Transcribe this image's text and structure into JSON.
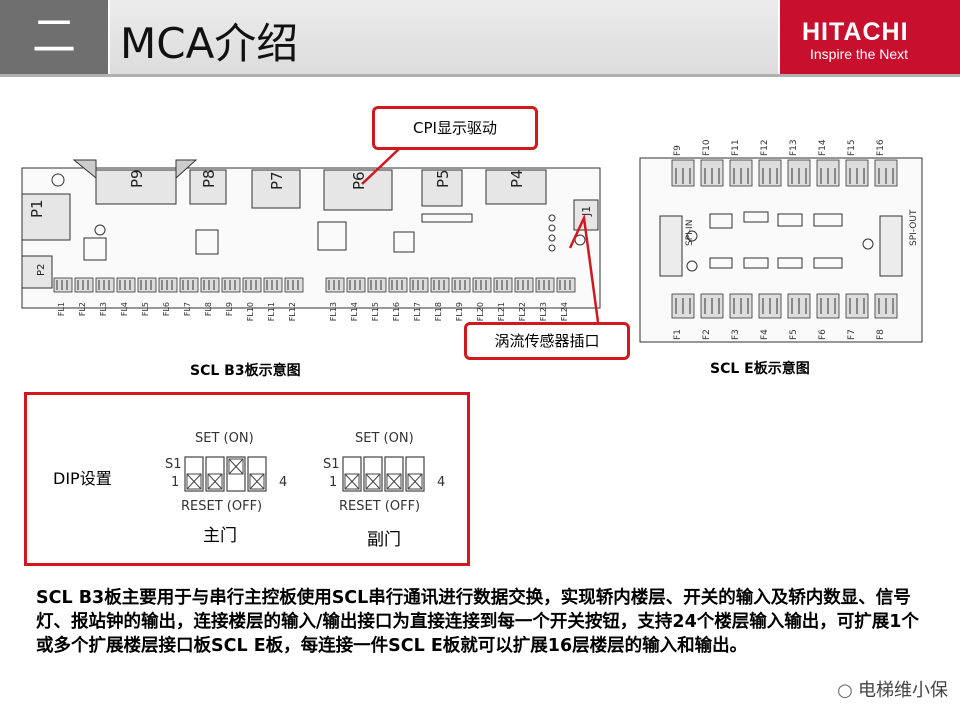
{
  "header": {
    "section_number": "二",
    "title": "MCA介绍",
    "logo_main": "HITACHI",
    "logo_tagline": "Inspire the Next"
  },
  "callouts": {
    "cpi_display_driver": "CPI显示驱动",
    "eddy_sensor_socket": "涡流传感器插口"
  },
  "b3_board": {
    "caption": "SCL B3板示意图",
    "connectors": [
      "P1",
      "P2",
      "P9",
      "P8",
      "P7",
      "P6",
      "P5",
      "P4",
      "J1"
    ],
    "floor_labels_left": [
      "FL1",
      "FL2",
      "FL3",
      "FL4",
      "FL5",
      "FL6",
      "FL7",
      "FL8",
      "FL9",
      "FL10",
      "FL11",
      "FL12"
    ],
    "floor_labels_right": [
      "FL13",
      "FL14",
      "FL15",
      "FL16",
      "FL17",
      "FL18",
      "FL19",
      "FL20",
      "FL21",
      "FL22",
      "FL23",
      "FL24"
    ]
  },
  "e_board": {
    "caption": "SCL E板示意图",
    "top_labels": [
      "F9",
      "F10",
      "F11",
      "F12",
      "F13",
      "F14",
      "F15",
      "F16"
    ],
    "bottom_labels": [
      "F1",
      "F2",
      "F3",
      "F4",
      "F5",
      "F6",
      "F7",
      "F8"
    ],
    "spi_in": "SPI-IN",
    "spi_out": "SPI-OUT"
  },
  "dip": {
    "label": "DIP设置",
    "main_door": {
      "set_label": "SET (ON)",
      "reset_label": "RESET (OFF)",
      "s1": "S1",
      "pin_start": "1",
      "pin_end": "4",
      "name": "主门",
      "switch_up": [
        false,
        false,
        true,
        false
      ]
    },
    "sub_door": {
      "set_label": "SET (ON)",
      "reset_label": "RESET (OFF)",
      "s1": "S1",
      "pin_start": "1",
      "pin_end": "4",
      "name": "副门",
      "switch_up": [
        false,
        false,
        false,
        false
      ]
    }
  },
  "description": "SCL B3板主要用于与串行主控板使用SCL串行通讯进行数据交换，实现轿内楼层、开关的输入及轿内数显、信号灯、报站钟的输出，连接楼层的输入/输出接口为直接连接到每一个开关按钮，支持24个楼层输入输出，可扩展1个或多个扩展楼层接口板SCL E板，每连接一件SCL E板就可以扩展16层楼层的输入和输出。",
  "watermark": "电梯维小保",
  "colors": {
    "accent_red": "#d0191f",
    "brand_red": "#c8102e",
    "header_gray": "#6f6f6f"
  }
}
